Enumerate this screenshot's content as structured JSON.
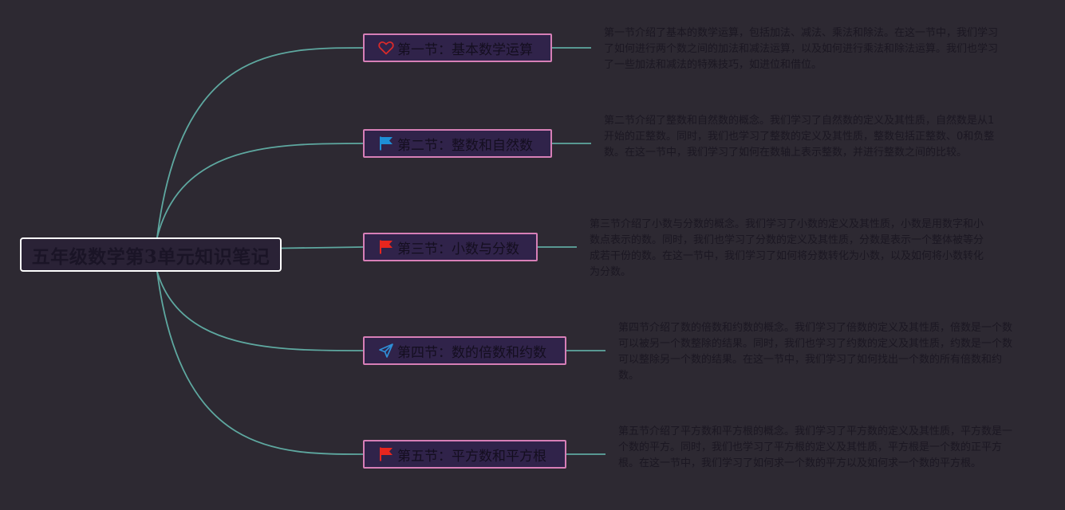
{
  "colors": {
    "background": "#2d2932",
    "link": "#5ea8a0",
    "root_fill": "#2a2236",
    "root_border": "#ffffff",
    "root_text": "#1a1426",
    "topic_fill": "#30234a",
    "topic_border": "#d77fb7",
    "topic_text": "#140e1f",
    "note_text": "#1b1722"
  },
  "root": {
    "label": "五年级数学第3单元知识笔记"
  },
  "topics": [
    {
      "label": "第一节：基本数学运算",
      "icon": "heart-icon",
      "icon_color": "#d92a2a",
      "note": "第一节介绍了基本的数学运算，包括加法、减法、乘法和除法。在这一节中，我们学习了如何进行两个数之间的加法和减法运算，以及如何进行乘法和除法运算。我们也学习了一些加法和减法的特殊技巧，如进位和借位。"
    },
    {
      "label": "第二节：整数和自然数",
      "icon": "blue-flag-icon",
      "icon_color": "#1e8fd6",
      "note": "第二节介绍了整数和自然数的概念。我们学习了自然数的定义及其性质，自然数是从1开始的正整数。同时，我们也学习了整数的定义及其性质，整数包括正整数、0和负整数。在这一节中，我们学习了如何在数轴上表示整数，并进行整数之间的比较。"
    },
    {
      "label": "第三节：小数与分数",
      "icon": "red-flag-icon",
      "icon_color": "#e8261e",
      "note": "第三节介绍了小数与分数的概念。我们学习了小数的定义及其性质，小数是用数字和小数点表示的数。同时，我们也学习了分数的定义及其性质，分数是表示一个整体被等分成若干份的数。在这一节中，我们学习了如何将分数转化为小数，以及如何将小数转化为分数。"
    },
    {
      "label": "第四节：数的倍数和约数",
      "icon": "paper-plane-icon",
      "icon_color": "#2f8fd8",
      "note": "第四节介绍了数的倍数和约数的概念。我们学习了倍数的定义及其性质，倍数是一个数可以被另一个数整除的结果。同时，我们也学习了约数的定义及其性质，约数是一个数可以整除另一个数的结果。在这一节中，我们学习了如何找出一个数的所有倍数和约数。"
    },
    {
      "label": "第五节：平方数和平方根",
      "icon": "red-flag-icon",
      "icon_color": "#e8261e",
      "note": "第五节介绍了平方数和平方根的概念。我们学习了平方数的定义及其性质，平方数是一个数的平方。同时，我们也学习了平方根的定义及其性质，平方根是一个数的正平方根。在这一节中，我们学习了如何求一个数的平方以及如何求一个数的平方根。"
    }
  ]
}
